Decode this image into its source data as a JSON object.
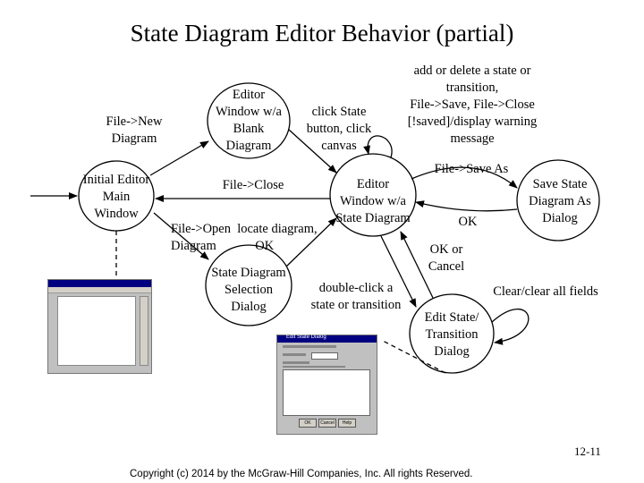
{
  "title": "State Diagram Editor Behavior (partial)",
  "states": {
    "initial_main": "Initial Editor\nMain\nWindow",
    "blank": "Editor\nWindow w/a\nBlank\nDiagram",
    "with_diagram": "Editor\nWindow w/a\nState Diagram",
    "selection": "State Diagram\nSelection\nDialog",
    "save_as": "Save State\nDiagram As\nDialog",
    "edit": "Edit State/\nTransition\nDialog"
  },
  "transitions": {
    "new": "File->New\nDiagram",
    "click_state": "click State\nbutton, click\ncanvas",
    "close": "File->Close",
    "add_delete": "add or delete a state or\ntransition,\nFile->Save, File->Close\n[!saved]/display warning\nmessage",
    "save_as": "File->Save As",
    "ok": "OK",
    "open": "File->Open  locate diagram,\nDiagram            OK",
    "ok_cancel": "OK or\nCancel",
    "double_click": "double-click a\nstate or transition",
    "clear": "Clear/clear all fields"
  },
  "dialog_thumbnail": {
    "title": "Edit State Dialog",
    "buttons": [
      "OK",
      "Cancel",
      "Help"
    ]
  },
  "footer": {
    "page_number": "12-11",
    "copyright": "Copyright (c) 2014 by the McGraw-Hill Companies, Inc. All rights Reserved."
  }
}
